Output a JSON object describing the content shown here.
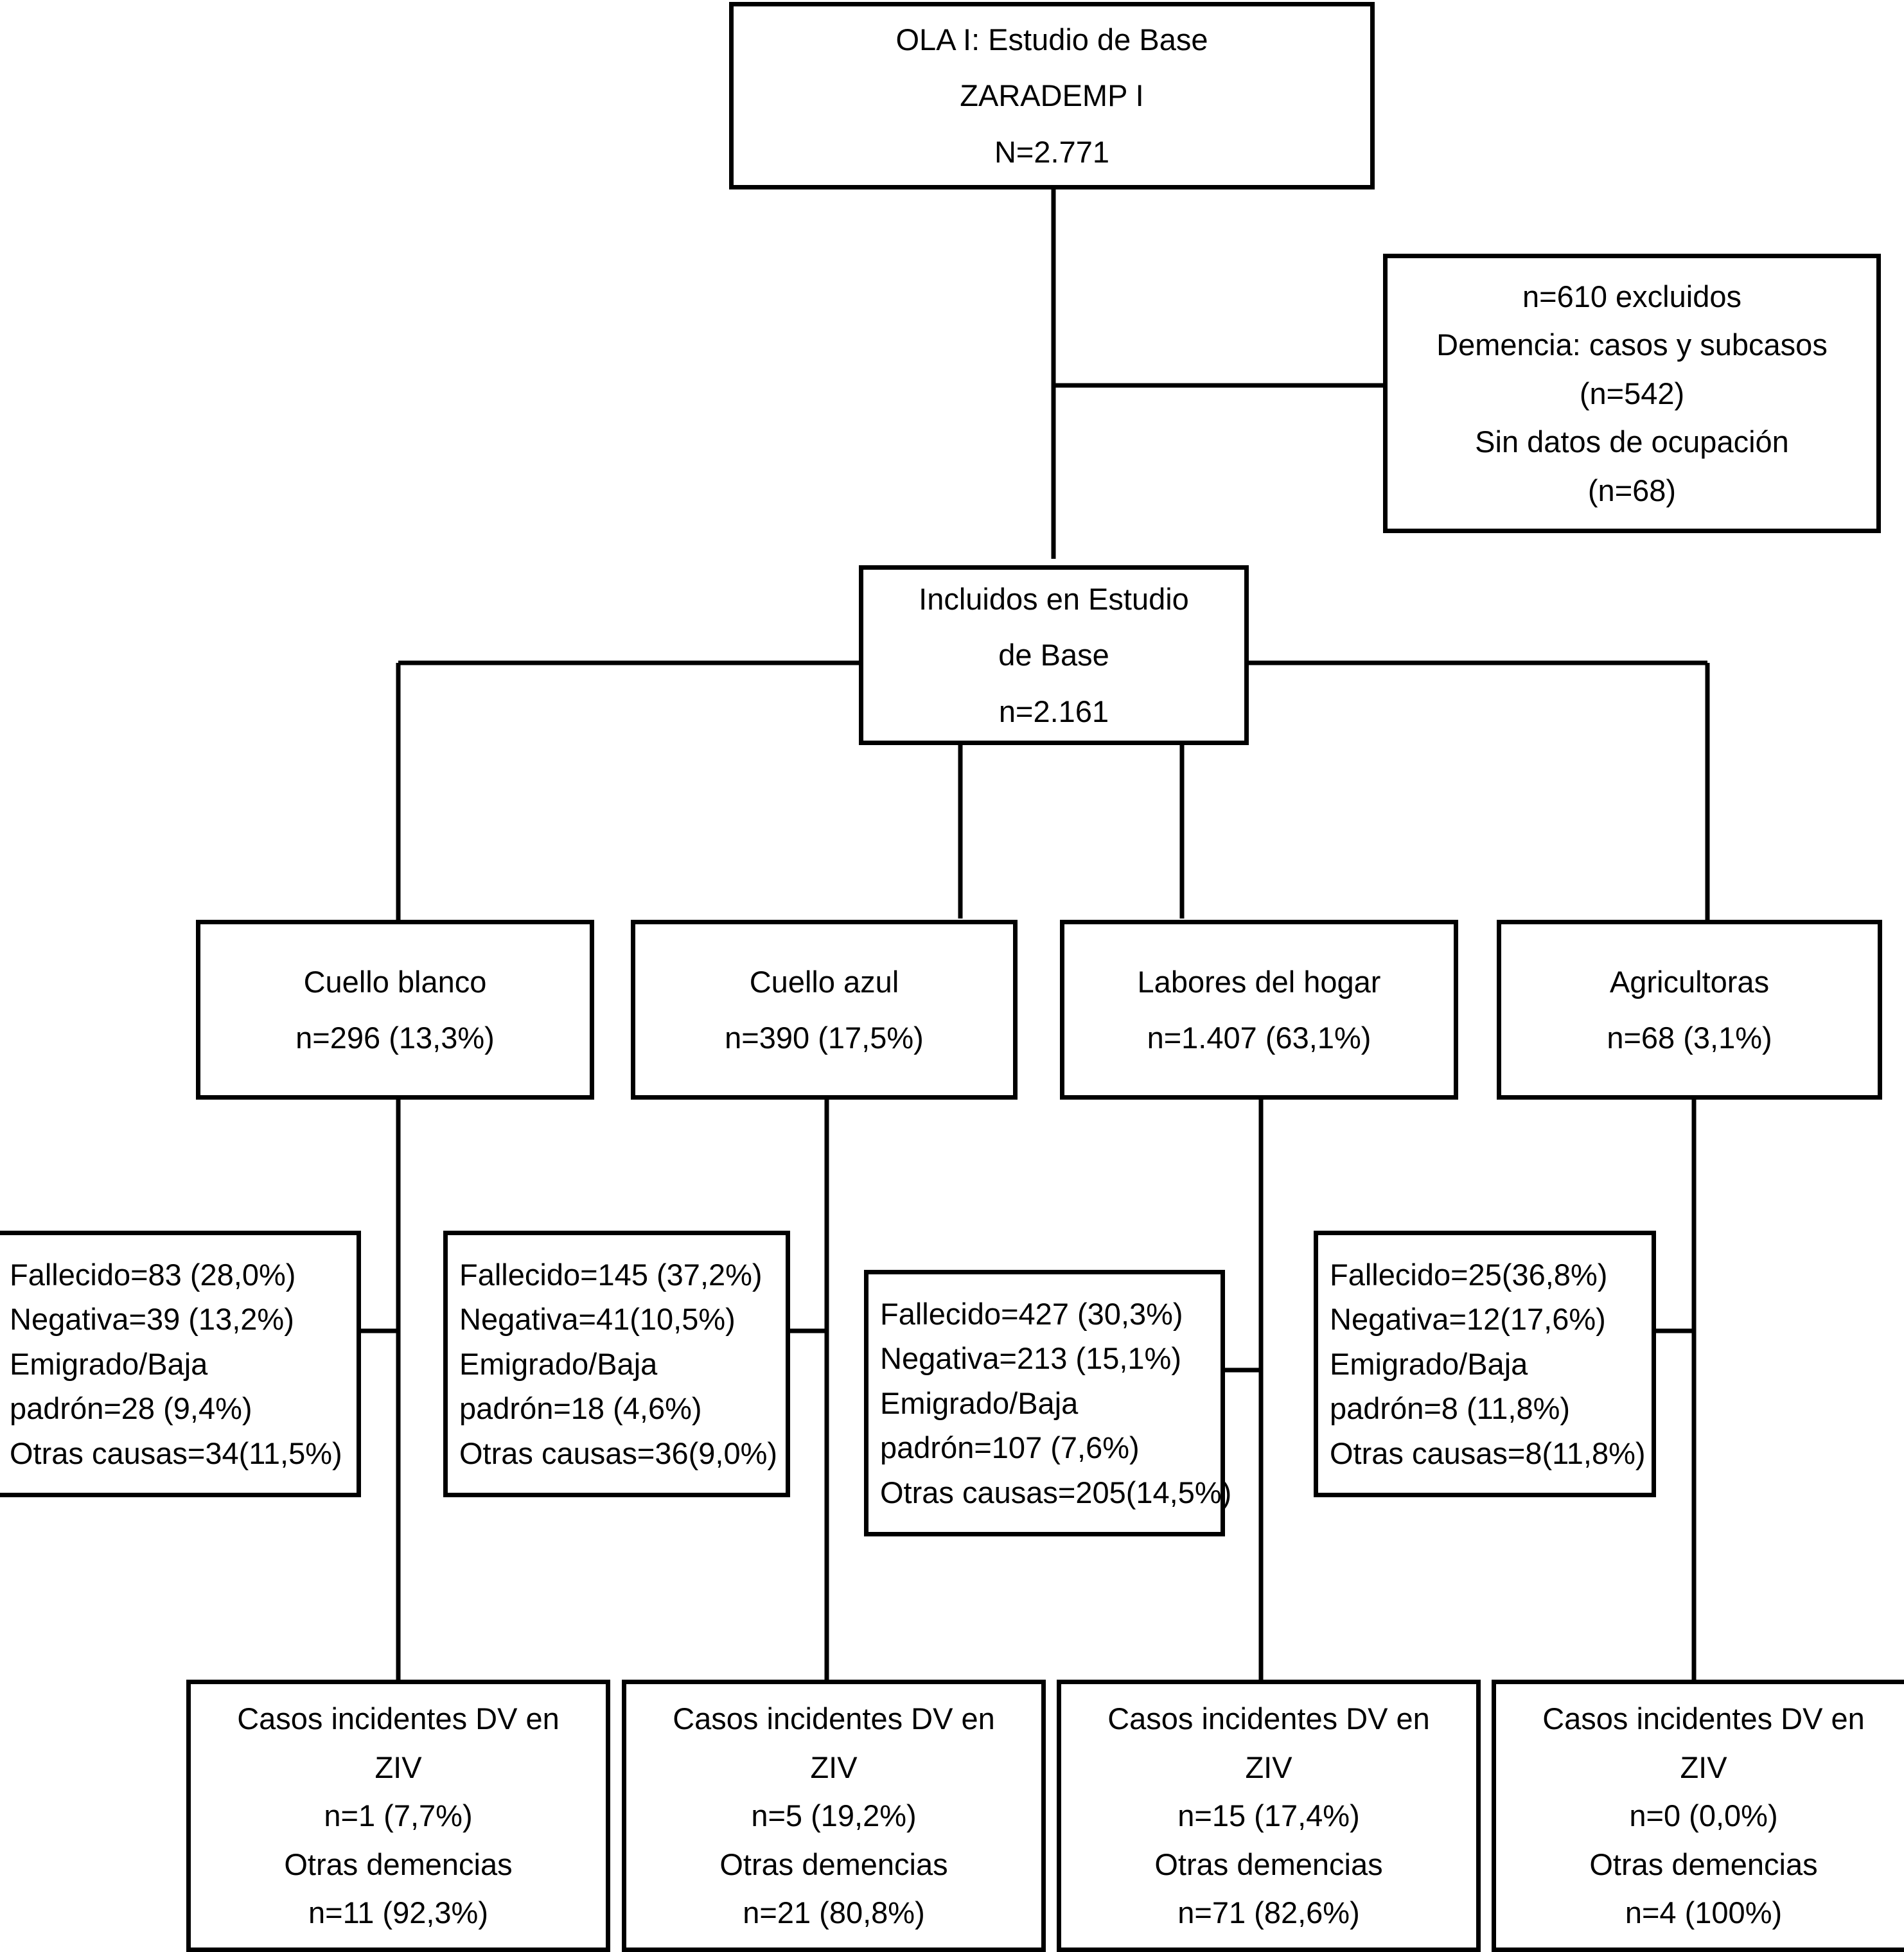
{
  "chart_data": {
    "type": "flowchart",
    "title": "OLA I: Estudio de Base ZARADEMP I — diagrama de flujo",
    "nodes": [
      {
        "id": "baseline",
        "lines": [
          "OLA I: Estudio de Base",
          "ZARADEMP I",
          "N=2.771"
        ]
      },
      {
        "id": "excluded",
        "lines": [
          "n=610 excluidos",
          "Demencia: casos y subcasos",
          "(n=542)",
          "Sin datos de ocupación",
          "(n=68)"
        ]
      },
      {
        "id": "included",
        "lines": [
          "Incluidos en Estudio",
          "de Base",
          "n=2.161"
        ]
      },
      {
        "id": "white_collar",
        "lines": [
          "Cuello blanco",
          "n=296 (13,3%)"
        ]
      },
      {
        "id": "blue_collar",
        "lines": [
          "Cuello azul",
          "n=390 (17,5%)"
        ]
      },
      {
        "id": "homemakers",
        "lines": [
          "Labores del hogar",
          "n=1.407 (63,1%)"
        ]
      },
      {
        "id": "farmers",
        "lines": [
          "Agricultoras",
          "n=68 (3,1%)"
        ]
      },
      {
        "id": "loss_white",
        "lines": [
          "Fallecido=83 (28,0%)",
          "Negativa=39   (13,2%)",
          "Emigrado/Baja",
          "padrón=28 (9,4%)",
          "Otras causas=34(11,5%)"
        ]
      },
      {
        "id": "loss_blue",
        "lines": [
          "Fallecido=145 (37,2%)",
          "Negativa=41(10,5%)",
          "Emigrado/Baja",
          "padrón=18 (4,6%)",
          "Otras causas=36(9,0%)"
        ]
      },
      {
        "id": "loss_home",
        "lines": [
          "Fallecido=427 (30,3%)",
          "Negativa=213 (15,1%)",
          "Emigrado/Baja",
          "padrón=107 (7,6%)",
          "Otras causas=205(14,5%)"
        ]
      },
      {
        "id": "loss_farm",
        "lines": [
          "Fallecido=25(36,8%)",
          "Negativa=12(17,6%)",
          "Emigrado/Baja",
          "padrón=8 (11,8%)",
          "Otras causas=8(11,8%)"
        ]
      },
      {
        "id": "out_white",
        "lines": [
          "Casos incidentes DV en",
          "ZIV",
          "n=1 (7,7%)",
          "Otras demencias",
          "n=11 (92,3%)"
        ]
      },
      {
        "id": "out_blue",
        "lines": [
          "Casos incidentes DV en",
          "ZIV",
          "n=5 (19,2%)",
          "Otras demencias",
          "n=21 (80,8%)"
        ]
      },
      {
        "id": "out_home",
        "lines": [
          "Casos incidentes DV en",
          "ZIV",
          "n=15 (17,4%)",
          "Otras demencias",
          "n=71 (82,6%)"
        ]
      },
      {
        "id": "out_farm",
        "lines": [
          "Casos incidentes DV en",
          "ZIV",
          "n=0 (0,0%)",
          "Otras demencias",
          "n=4 (100%)"
        ]
      }
    ],
    "edges": [
      {
        "from": "baseline",
        "to": "excluded"
      },
      {
        "from": "baseline",
        "to": "included"
      },
      {
        "from": "included",
        "to": "white_collar"
      },
      {
        "from": "included",
        "to": "blue_collar"
      },
      {
        "from": "included",
        "to": "homemakers"
      },
      {
        "from": "included",
        "to": "farmers"
      },
      {
        "from": "white_collar",
        "to": "loss_white"
      },
      {
        "from": "white_collar",
        "to": "out_white"
      },
      {
        "from": "blue_collar",
        "to": "loss_blue"
      },
      {
        "from": "blue_collar",
        "to": "out_blue"
      },
      {
        "from": "homemakers",
        "to": "loss_home"
      },
      {
        "from": "homemakers",
        "to": "out_home"
      },
      {
        "from": "farmers",
        "to": "loss_farm"
      },
      {
        "from": "farmers",
        "to": "out_farm"
      }
    ]
  },
  "baseline": {
    "l1": "OLA I: Estudio de Base",
    "l2": "ZARADEMP I",
    "l3": "N=2.771"
  },
  "excluded": {
    "l1": "n=610 excluidos",
    "l2": "Demencia: casos y subcasos",
    "l3": "(n=542)",
    "l4": "Sin datos de ocupación",
    "l5": "(n=68)"
  },
  "included": {
    "l1": "Incluidos en Estudio",
    "l2": "de Base",
    "l3": "n=2.161"
  },
  "groups": [
    {
      "name": "Cuello blanco",
      "count": "n=296 (13,3%)"
    },
    {
      "name": "Cuello azul",
      "count": "n=390 (17,5%)"
    },
    {
      "name": "Labores del hogar",
      "count": "n=1.407 (63,1%)"
    },
    {
      "name": "Agricultoras",
      "count": "n=68 (3,1%)"
    }
  ],
  "losses": [
    {
      "fallecido": "Fallecido=83 (28,0%)",
      "negativa": "Negativa=39   (13,2%)",
      "emigrado": "Emigrado/Baja",
      "padron": "padrón=28 (9,4%)",
      "otras": "Otras causas=34(11,5%)"
    },
    {
      "fallecido": "Fallecido=145 (37,2%)",
      "negativa": "Negativa=41(10,5%)",
      "emigrado": "Emigrado/Baja",
      "padron": "padrón=18 (4,6%)",
      "otras": "Otras causas=36(9,0%)"
    },
    {
      "fallecido": "Fallecido=427 (30,3%)",
      "negativa": "Negativa=213 (15,1%)",
      "emigrado": "Emigrado/Baja",
      "padron": "padrón=107 (7,6%)",
      "otras": "Otras causas=205(14,5%)"
    },
    {
      "fallecido": "Fallecido=25(36,8%)",
      "negativa": "Negativa=12(17,6%)",
      "emigrado": "Emigrado/Baja",
      "padron": "padrón=8 (11,8%)",
      "otras": "Otras causas=8(11,8%)"
    }
  ],
  "outcomes": [
    {
      "title1": "Casos incidentes DV en",
      "title2": "ZIV",
      "dv": "n=1 (7,7%)",
      "other_label": "Otras demencias",
      "other": "n=11 (92,3%)"
    },
    {
      "title1": "Casos incidentes DV en",
      "title2": "ZIV",
      "dv": "n=5 (19,2%)",
      "other_label": "Otras demencias",
      "other": "n=21 (80,8%)"
    },
    {
      "title1": "Casos incidentes DV en",
      "title2": "ZIV",
      "dv": "n=15 (17,4%)",
      "other_label": "Otras demencias",
      "other": "n=71 (82,6%)"
    },
    {
      "title1": "Casos incidentes DV en",
      "title2": "ZIV",
      "dv": "n=0 (0,0%)",
      "other_label": "Otras demencias",
      "other": "n=4 (100%)"
    }
  ]
}
